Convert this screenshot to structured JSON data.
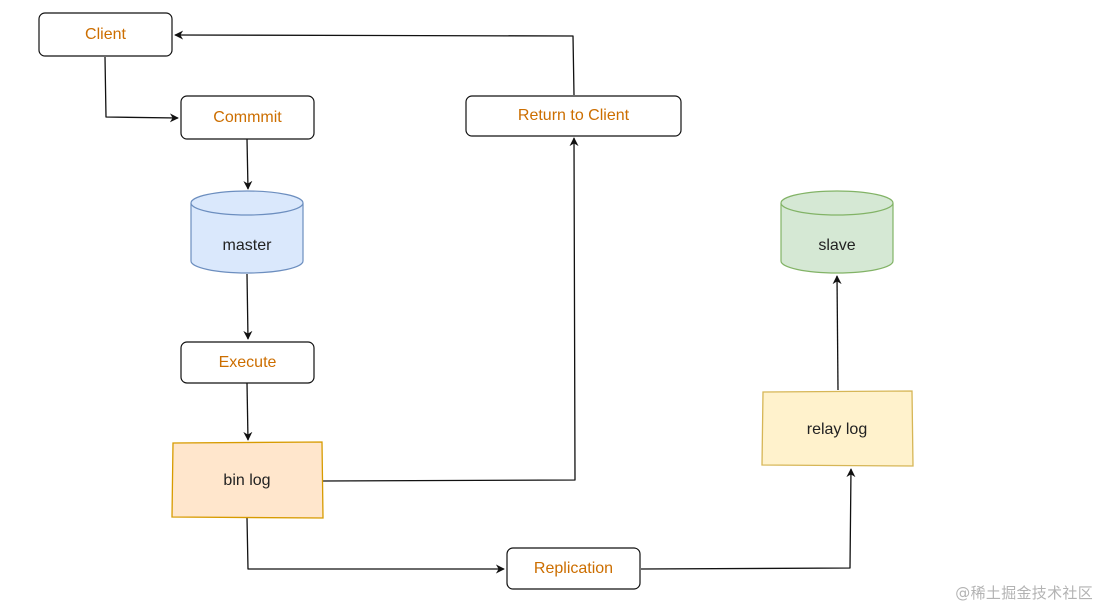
{
  "nodes": {
    "client": "Client",
    "commit": "Commmit",
    "master": "master",
    "execute": "Execute",
    "bin_log": "bin log",
    "return_to_client": "Return to Client",
    "replication": "Replication",
    "relay_log": "relay log",
    "slave": "slave"
  },
  "colors": {
    "label_orange": "#cc6e00",
    "master_fill": "#dae8fc",
    "master_stroke": "#6c8ebf",
    "slave_fill": "#d5e8d4",
    "slave_stroke": "#82b366",
    "bin_log_fill": "#ffe6cc",
    "bin_log_stroke": "#d79b00",
    "relay_log_fill": "#fff2cc",
    "relay_log_stroke": "#d6b656"
  },
  "watermark": "@稀土掘金技术社区"
}
